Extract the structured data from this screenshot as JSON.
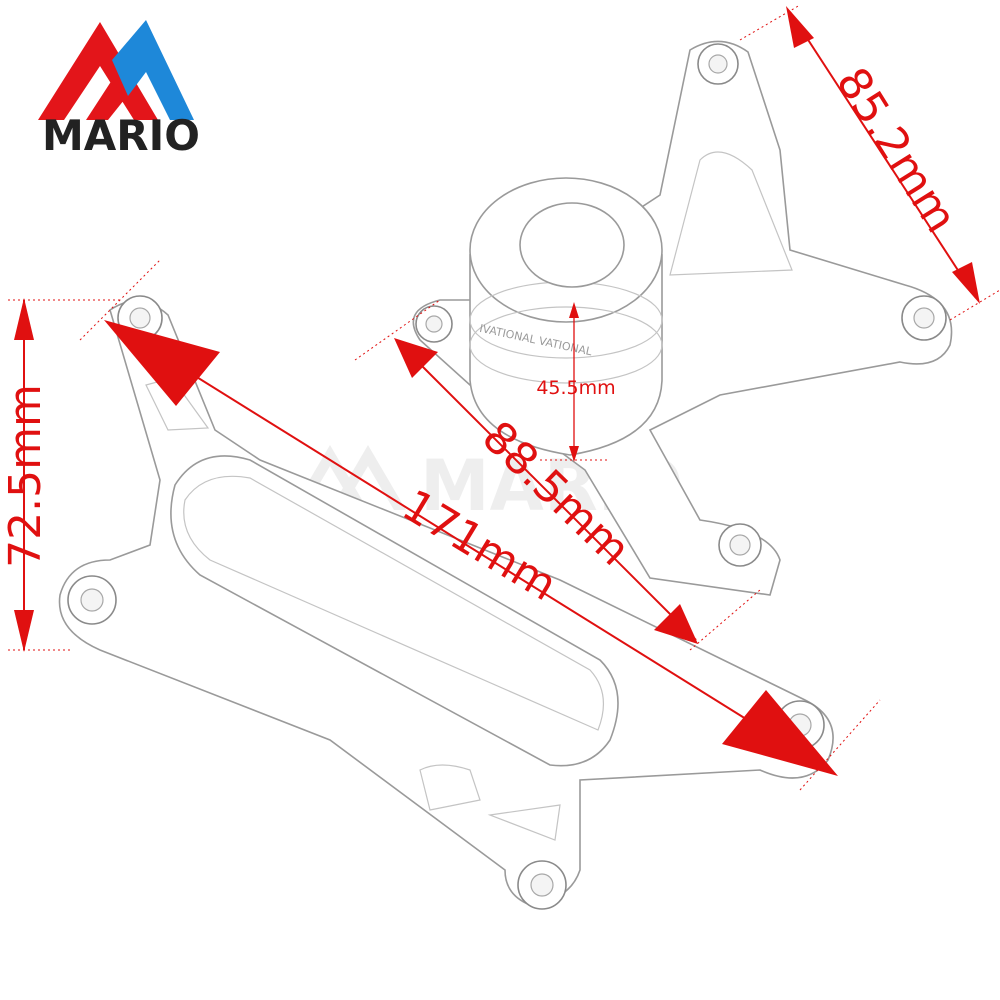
{
  "brand": {
    "logo_text": "MARIO",
    "watermark_text": "MARIO",
    "colors": {
      "red": "#e3151a",
      "blue": "#1e88d9",
      "text": "#222222"
    }
  },
  "dimensions": {
    "total_length": "171mm",
    "height_left": "72.5mm",
    "bracket_length": "88.5mm",
    "bracket_width": "85.2mm",
    "puck_height": "45.5mm",
    "color": "#e01010"
  },
  "product": {
    "puck_ring_text": "IVATIONAL VATIONAL"
  }
}
